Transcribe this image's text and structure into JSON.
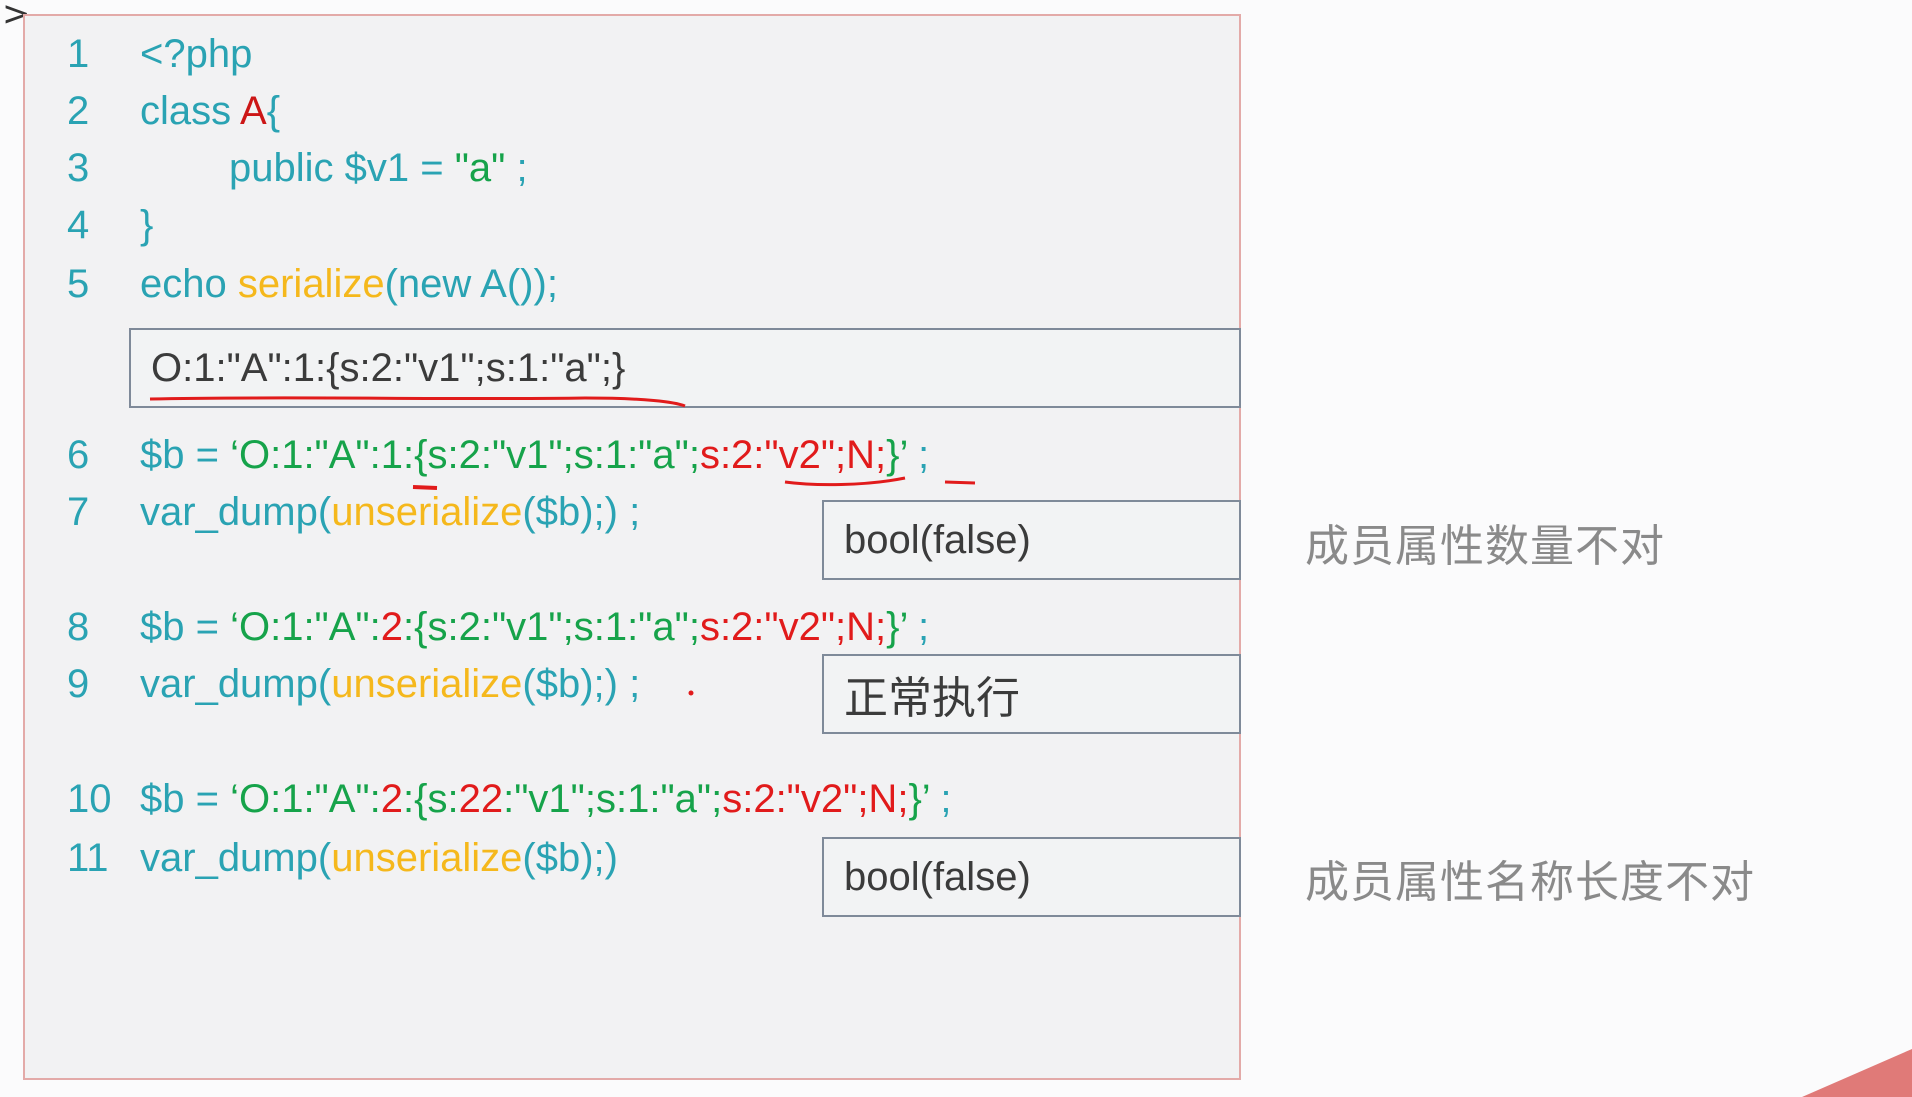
{
  "corner_glyph": ">",
  "colors": {
    "keyword": "#2aa3b3",
    "class_name": "#cc1616",
    "function": "#f5b81c",
    "string": "#16a34a",
    "highlight": "#e11b1b",
    "panel_border": "#e3aaa8",
    "note_text": "#8a8a8a"
  },
  "code": {
    "lines": [
      {
        "num": "1",
        "parts": [
          {
            "t": "<?php",
            "c": "kw"
          }
        ]
      },
      {
        "num": "2",
        "parts": [
          {
            "t": "class ",
            "c": "kw"
          },
          {
            "t": "A",
            "c": "cls"
          },
          {
            "t": "{",
            "c": "kw"
          }
        ]
      },
      {
        "num": "3",
        "parts": [
          {
            "t": "public $v1 = ",
            "c": "kw"
          },
          {
            "t": "\"a\"",
            "c": "str"
          },
          {
            "t": " ;",
            "c": "kw"
          }
        ]
      },
      {
        "num": "4",
        "parts": [
          {
            "t": "}",
            "c": "kw"
          }
        ]
      },
      {
        "num": "5",
        "parts": [
          {
            "t": "echo ",
            "c": "kw"
          },
          {
            "t": "serialize",
            "c": "fn"
          },
          {
            "t": "(new A());",
            "c": "kw"
          }
        ]
      },
      {
        "num": "6",
        "parts": [
          {
            "t": "$b = ",
            "c": "kw"
          },
          {
            "t": "‘O:1:\"A\":",
            "c": "str"
          },
          {
            "t": "1",
            "c": "str"
          },
          {
            "t": ":{s:2:\"v1\";s:1:\"a\";",
            "c": "str"
          },
          {
            "t": "s:2:\"v2\";N;",
            "c": "red"
          },
          {
            "t": "}’",
            "c": "str"
          },
          {
            "t": " ;",
            "c": "kw"
          }
        ]
      },
      {
        "num": "7",
        "parts": [
          {
            "t": "var_dump(",
            "c": "kw"
          },
          {
            "t": "unserialize",
            "c": "fn"
          },
          {
            "t": "($b);) ;",
            "c": "kw"
          }
        ]
      },
      {
        "num": "8",
        "parts": [
          {
            "t": "$b = ",
            "c": "kw"
          },
          {
            "t": "‘O:1:\"A\":",
            "c": "str"
          },
          {
            "t": "2",
            "c": "red"
          },
          {
            "t": ":{s:2:\"v1\";s:1:\"a\";",
            "c": "str"
          },
          {
            "t": "s:2:\"v2\";N;",
            "c": "red"
          },
          {
            "t": "}’",
            "c": "str"
          },
          {
            "t": " ;",
            "c": "kw"
          }
        ]
      },
      {
        "num": "9",
        "parts": [
          {
            "t": "var_dump(",
            "c": "kw"
          },
          {
            "t": "unserialize",
            "c": "fn"
          },
          {
            "t": "($b);) ;",
            "c": "kw"
          }
        ]
      },
      {
        "num": "10",
        "parts": [
          {
            "t": "$b = ",
            "c": "kw"
          },
          {
            "t": "‘O:1:\"A\":",
            "c": "str"
          },
          {
            "t": "2",
            "c": "red"
          },
          {
            "t": ":{s:",
            "c": "str"
          },
          {
            "t": "22",
            "c": "red"
          },
          {
            "t": ":\"v1\";s:1:\"a\";",
            "c": "str"
          },
          {
            "t": "s:2:\"v2\";N;",
            "c": "red"
          },
          {
            "t": "}’",
            "c": "str"
          },
          {
            "t": " ;",
            "c": "kw"
          }
        ]
      },
      {
        "num": "11",
        "parts": [
          {
            "t": "var_dump(",
            "c": "kw"
          },
          {
            "t": "unserialize",
            "c": "fn"
          },
          {
            "t": "($b);)",
            "c": "kw"
          }
        ]
      }
    ]
  },
  "outputs": {
    "serialized": "O:1:\"A\":1:{s:2:\"v1\";s:1:\"a\";}",
    "result_1": "bool(false)",
    "result_2": "正常执行",
    "result_3": "bool(false)"
  },
  "notes": {
    "note_1": "成员属性数量不对",
    "note_2": "成员属性名称长度不对"
  }
}
